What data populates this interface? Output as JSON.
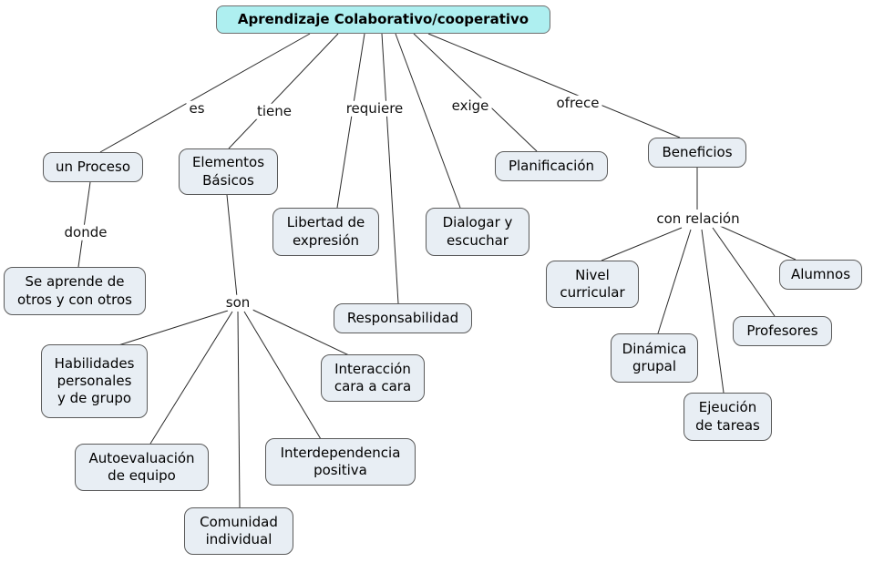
{
  "diagram": {
    "type": "concept-map",
    "root": "Aprendizaje Colaborativo/cooperativo"
  },
  "title": "Aprendizaje Colaborativo/cooperativo",
  "nodes": {
    "proceso": "un Proceso",
    "elementos": "Elementos\nBásicos",
    "libertad": "Libertad de\nexpresión",
    "dialogar": "Dialogar y\nescuchar",
    "planificacion": "Planificación",
    "beneficios": "Beneficios",
    "aprende": "Se aprende de\notros y con otros",
    "responsabilidad": "Responsabilidad",
    "habilidades": "Habilidades\npersonales\ny de grupo",
    "interaccion": "Interacción\ncara a cara",
    "autoevaluacion": "Autoevaluación\nde equipo",
    "interdependencia": "Interdependencia\npositiva",
    "comunidad": "Comunidad\nindividual",
    "nivel": "Nivel\ncurricular",
    "alumnos": "Alumnos",
    "profesores": "Profesores",
    "dinamica": "Dinámica\ngrupal",
    "ejecucion": "Ejeución\nde tareas"
  },
  "edge_labels": {
    "es": "es",
    "tiene": "tiene",
    "requiere": "requiere",
    "exige": "exige",
    "ofrece": "ofrece",
    "donde": "donde",
    "son": "son",
    "con_relacion": "con relación"
  },
  "edges": [
    {
      "from": "Aprendizaje Colaborativo/cooperativo",
      "label": "es",
      "to": "un Proceso"
    },
    {
      "from": "Aprendizaje Colaborativo/cooperativo",
      "label": "tiene",
      "to": "Elementos Básicos"
    },
    {
      "from": "Aprendizaje Colaborativo/cooperativo",
      "label": "requiere",
      "to": "Libertad de expresión"
    },
    {
      "from": "Aprendizaje Colaborativo/cooperativo",
      "label": "requiere",
      "to": "Responsabilidad"
    },
    {
      "from": "Aprendizaje Colaborativo/cooperativo",
      "label": "requiere",
      "to": "Dialogar y escuchar"
    },
    {
      "from": "Aprendizaje Colaborativo/cooperativo",
      "label": "exige",
      "to": "Planificación"
    },
    {
      "from": "Aprendizaje Colaborativo/cooperativo",
      "label": "ofrece",
      "to": "Beneficios"
    },
    {
      "from": "un Proceso",
      "label": "donde",
      "to": "Se aprende de otros y con otros"
    },
    {
      "from": "Elementos Básicos",
      "label": "son",
      "to": "Habilidades personales y de grupo"
    },
    {
      "from": "Elementos Básicos",
      "label": "son",
      "to": "Autoevaluación de equipo"
    },
    {
      "from": "Elementos Básicos",
      "label": "son",
      "to": "Comunidad individual"
    },
    {
      "from": "Elementos Básicos",
      "label": "son",
      "to": "Interdependencia positiva"
    },
    {
      "from": "Elementos Básicos",
      "label": "son",
      "to": "Interacción cara a cara"
    },
    {
      "from": "Beneficios",
      "label": "con relación",
      "to": "Nivel curricular"
    },
    {
      "from": "Beneficios",
      "label": "con relación",
      "to": "Dinámica grupal"
    },
    {
      "from": "Beneficios",
      "label": "con relación",
      "to": "Ejeución de tareas"
    },
    {
      "from": "Beneficios",
      "label": "con relación",
      "to": "Profesores"
    },
    {
      "from": "Beneficios",
      "label": "con relación",
      "to": "Alumnos"
    }
  ],
  "colors": {
    "root_node_bg": "#aeeff0",
    "node_bg": "#e8eef4",
    "node_border": "#5a5a5a",
    "line": "#2b2b2b"
  }
}
